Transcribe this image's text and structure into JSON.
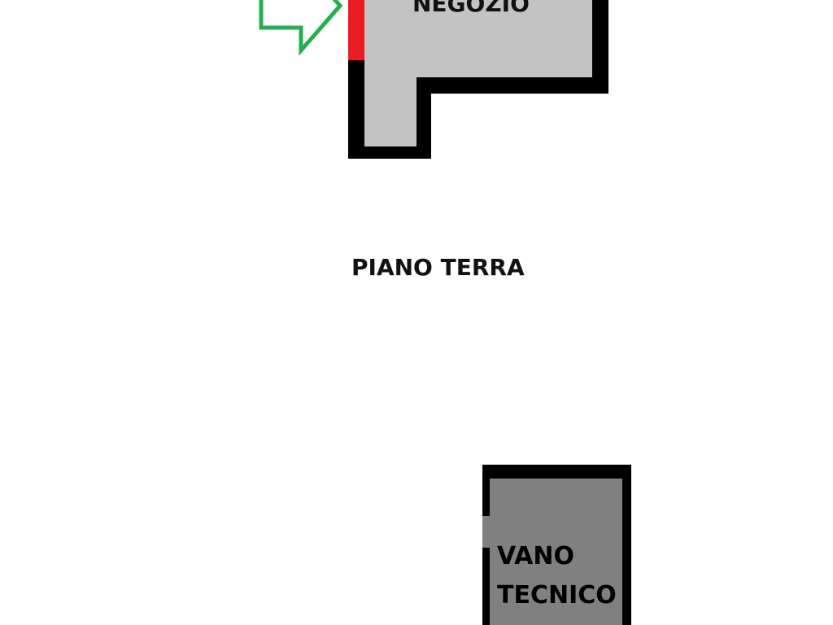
{
  "plan": {
    "title": "PIANO TERRA",
    "rooms": [
      {
        "label_lines": [
          "NEGOZIO"
        ],
        "fill": "#c3c3c3"
      },
      {
        "label_lines": [
          "VANO",
          "TECNICO"
        ],
        "fill": "#808080"
      }
    ],
    "entrance_color": "#ed1c24",
    "arrow_color": "#22b14c",
    "wall_color": "#000000"
  }
}
